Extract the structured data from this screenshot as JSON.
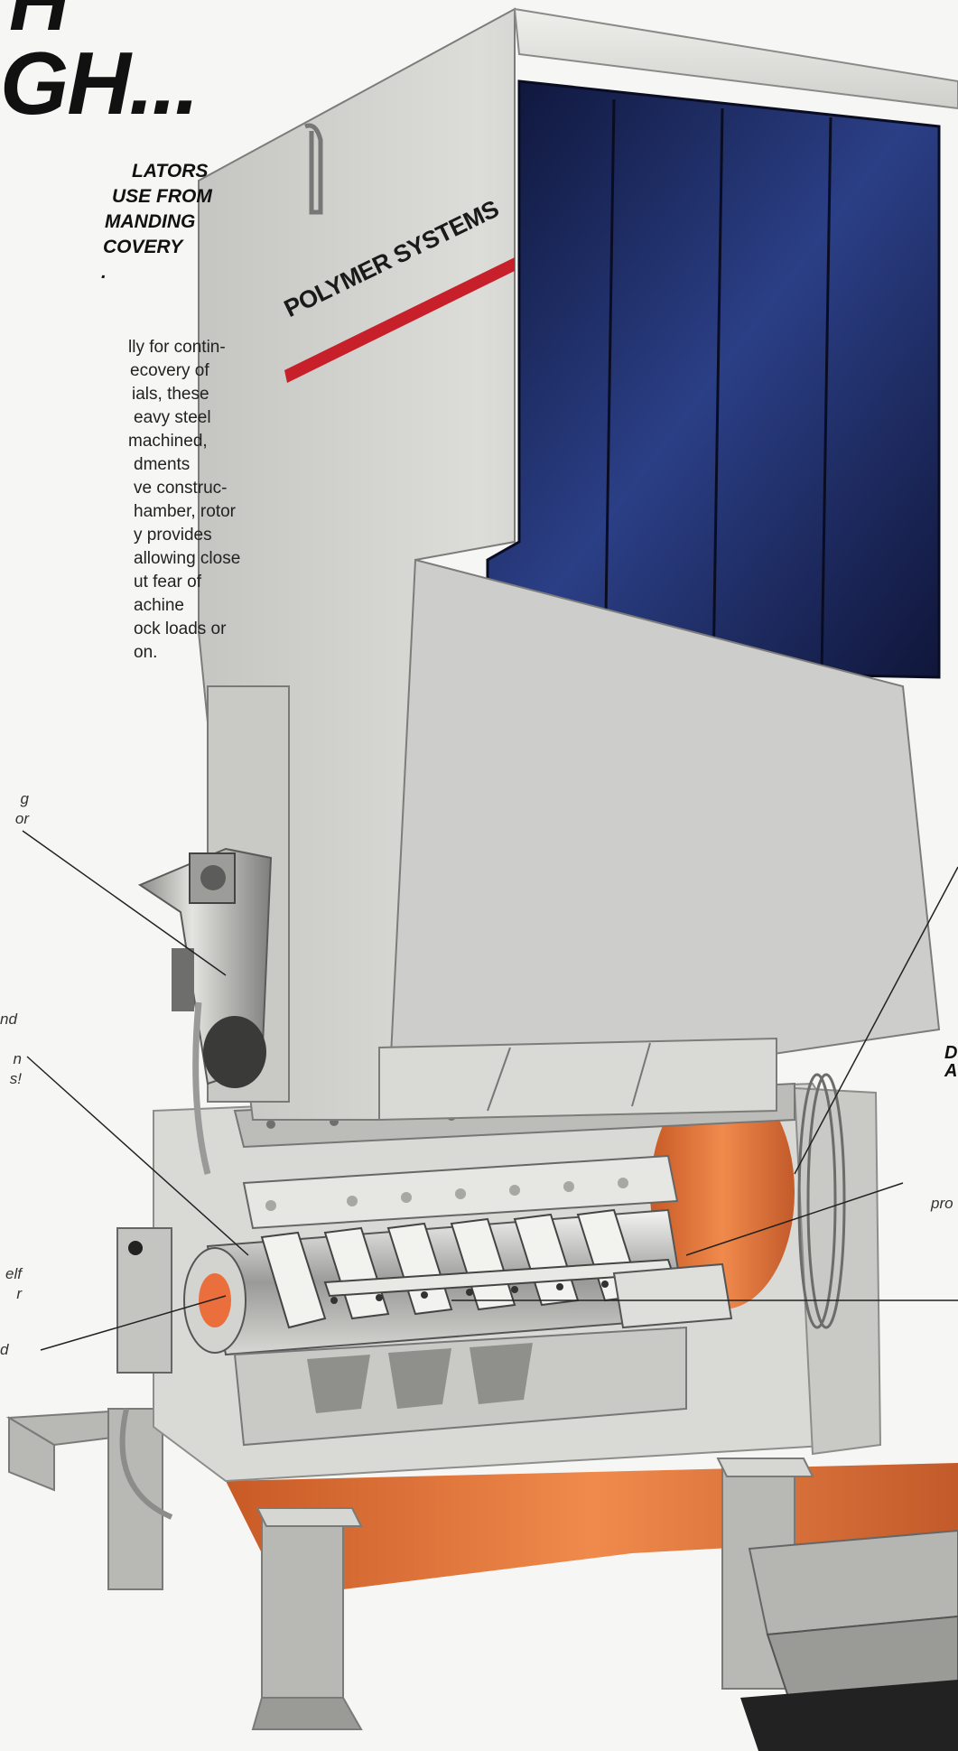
{
  "headline": {
    "line1": "H",
    "line2": "GH..."
  },
  "subhead": [
    "LATORS",
    "USE FROM",
    "MANDING",
    "COVERY",
    "."
  ],
  "body_text": [
    "lly for contin-",
    "ecovery of",
    "ials, these",
    "eavy  steel",
    " machined,",
    "dments",
    "ve construc-",
    "hamber, rotor",
    "y provides",
    "allowing close",
    "ut fear of",
    "achine",
    "ock loads or",
    "on."
  ],
  "logo": {
    "text": "POLYMER SYSTEMS",
    "accent_color": "#c8202a"
  },
  "callouts": {
    "left_1": [
      "g",
      "or"
    ],
    "left_2": [
      "nd"
    ],
    "left_3": [
      "n",
      "s!"
    ],
    "left_4": [
      "elf",
      "r"
    ],
    "left_5": [
      "d"
    ],
    "right_1": [
      "D",
      "A"
    ],
    "right_2": [
      "pro"
    ]
  },
  "colors": {
    "steel_light": "#dcdcd8",
    "steel_mid": "#b9bab6",
    "steel_dark": "#8d8f8c",
    "window_blue": "#1a2a5a",
    "orange": "#e8753a",
    "logo_red": "#c8202a"
  }
}
